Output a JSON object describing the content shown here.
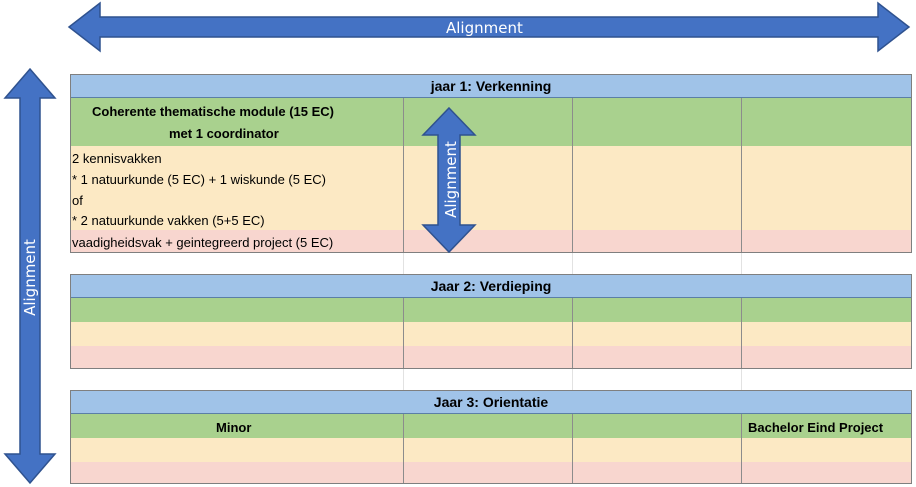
{
  "colors": {
    "arrow_fill": "#4472c4",
    "arrow_stroke": "#2f528f",
    "title_fill": "#a0c3e8",
    "green": "#a9d18e",
    "yellow": "#fce9c4",
    "pink": "#f8d6cf"
  },
  "arrows": {
    "top_label": "Alignment",
    "left_label": "Alignment",
    "inner_label": "Alignment"
  },
  "year1": {
    "title": "jaar 1: Verkenning",
    "module_line1": "Coherente thematische module (15 EC)",
    "module_line2": "met 1 coordinator",
    "lines": [
      "2 kennisvakken",
      "* 1 natuurkunde (5 EC) + 1 wiskunde (5 EC)",
      "of",
      "* 2 natuurkunde vakken (5+5 EC)",
      "vaadigheidsvak + geintegreerd project (5 EC)"
    ]
  },
  "year2": {
    "title": "Jaar 2: Verdieping"
  },
  "year3": {
    "title": "Jaar 3: Orientatie",
    "minor": "Minor",
    "bep": "Bachelor Eind Project"
  }
}
